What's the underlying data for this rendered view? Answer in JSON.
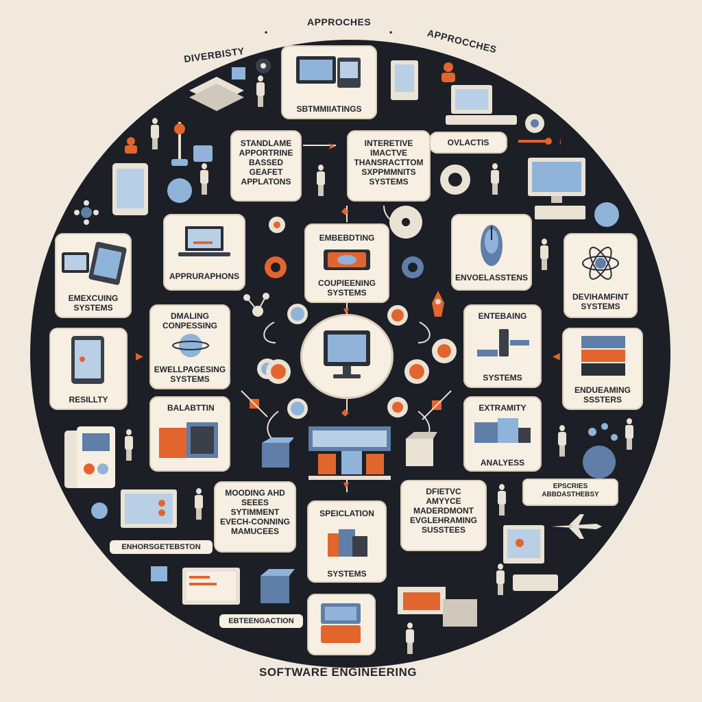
{
  "header": {
    "top_left": "DIVERBISTY",
    "top_center": "APPROCHES",
    "top_right": "APPROCCHES",
    "bottom": "SOFTWARE ENGINEERING"
  },
  "cards": {
    "sbtmmilating": "SBTMMIIATINGS",
    "standlame": "STANDLAME\nAPPORTRINE\nBASSED\nGEAFET\nAPPLATONS",
    "interetive": "INTERETIVE\nIMACTVE\nTHANSRACTTOM\nSXPPMMNITS\nSYSTEMS",
    "ovlactis": "OVLACTIS",
    "appruraphons": "APPRURAPHONS",
    "embebdting": "EMBEBDTING",
    "coupiening": "COUPIEENING\nSYSTEMS",
    "envoelasstens": "ENVOELASSTENS",
    "emexcuing": "EMEXCUING\nSYSTEMS",
    "devihamfint": "DEVIHAMFINT\nSYSTEMS",
    "dmaling_title": "DMALING\nCONPESSING",
    "dmaling_sub": "EWELLPAGESING\nSYSTEMS",
    "entebaing": "ENTEBAING",
    "entebaing_sub": "SYSTEMS",
    "resility": "RESILLTY",
    "endueaming": "ENDUEAMING\nSSSTERS",
    "balabtin": "BALABTTIN",
    "extramity": "EXTRAMITY",
    "analyess": "ANALYESS",
    "epscries": "EPSCRIES\nABBDASTHEBSY",
    "mooding": "MOODING AHD\nSEEES\nSYTIMMENT\nEVECH-CONNING\nMAMUCEES",
    "speiclation": "SPEICLATION",
    "speiclation_sub": "SYSTEMS",
    "dfietvc": "DFIETVC\nAMYYCE\nMADERDMONT\nEVGLEHRAMING\nSUSSTEES",
    "enhorsgetebston": "ENHORSGETEBSTON",
    "ebteengaction": "EBTEENGACTION"
  },
  "colors": {
    "background": "#f1e9dd",
    "disk": "#1c1f26",
    "card": "#f6efe2",
    "accent_orange": "#e2652e",
    "accent_blue": "#8fb3d9",
    "ink": "#23262d"
  },
  "icons": {
    "center": "computer-monitor-icon",
    "gear": "gear-icon",
    "laptop": "laptop-icon",
    "server": "server-rack-icon",
    "tablet": "tablet-icon",
    "globe": "globe-icon",
    "airplane": "airplane-icon",
    "mouse": "computer-mouse-icon",
    "atom": "atom-icon"
  }
}
